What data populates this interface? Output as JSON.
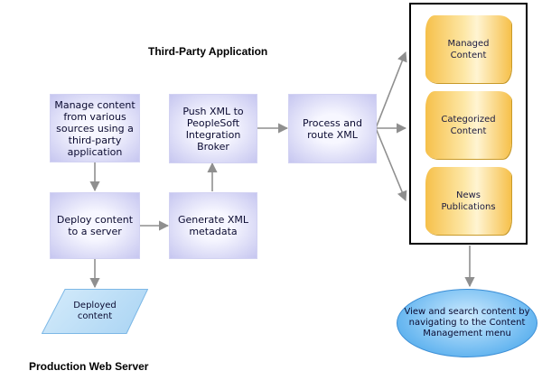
{
  "headings": {
    "third_party": "Third-Party Application",
    "production": "Production Web Server"
  },
  "nodes": {
    "manage": "Manage content\nfrom various\nsources using a\nthird-party\napplication",
    "deploy": "Deploy content\nto a server",
    "generate": "Generate XML\nmetadata",
    "push": "Push XML to\nPeopleSoft\nIntegration\nBroker",
    "process": "Process and\nroute XML",
    "deployed": "Deployed\ncontent",
    "view": "View and search content by\nnavigating to the Content\nManagement menu"
  },
  "outputs": {
    "managed": "Managed\nContent",
    "categorized": "Categorized\nContent",
    "news": "News\nPublications"
  },
  "colors": {
    "arrow": "#8f8f8f",
    "box": "#c6c6f0",
    "scroll": "#f6c04a",
    "ellipse": "#66b6f0"
  }
}
